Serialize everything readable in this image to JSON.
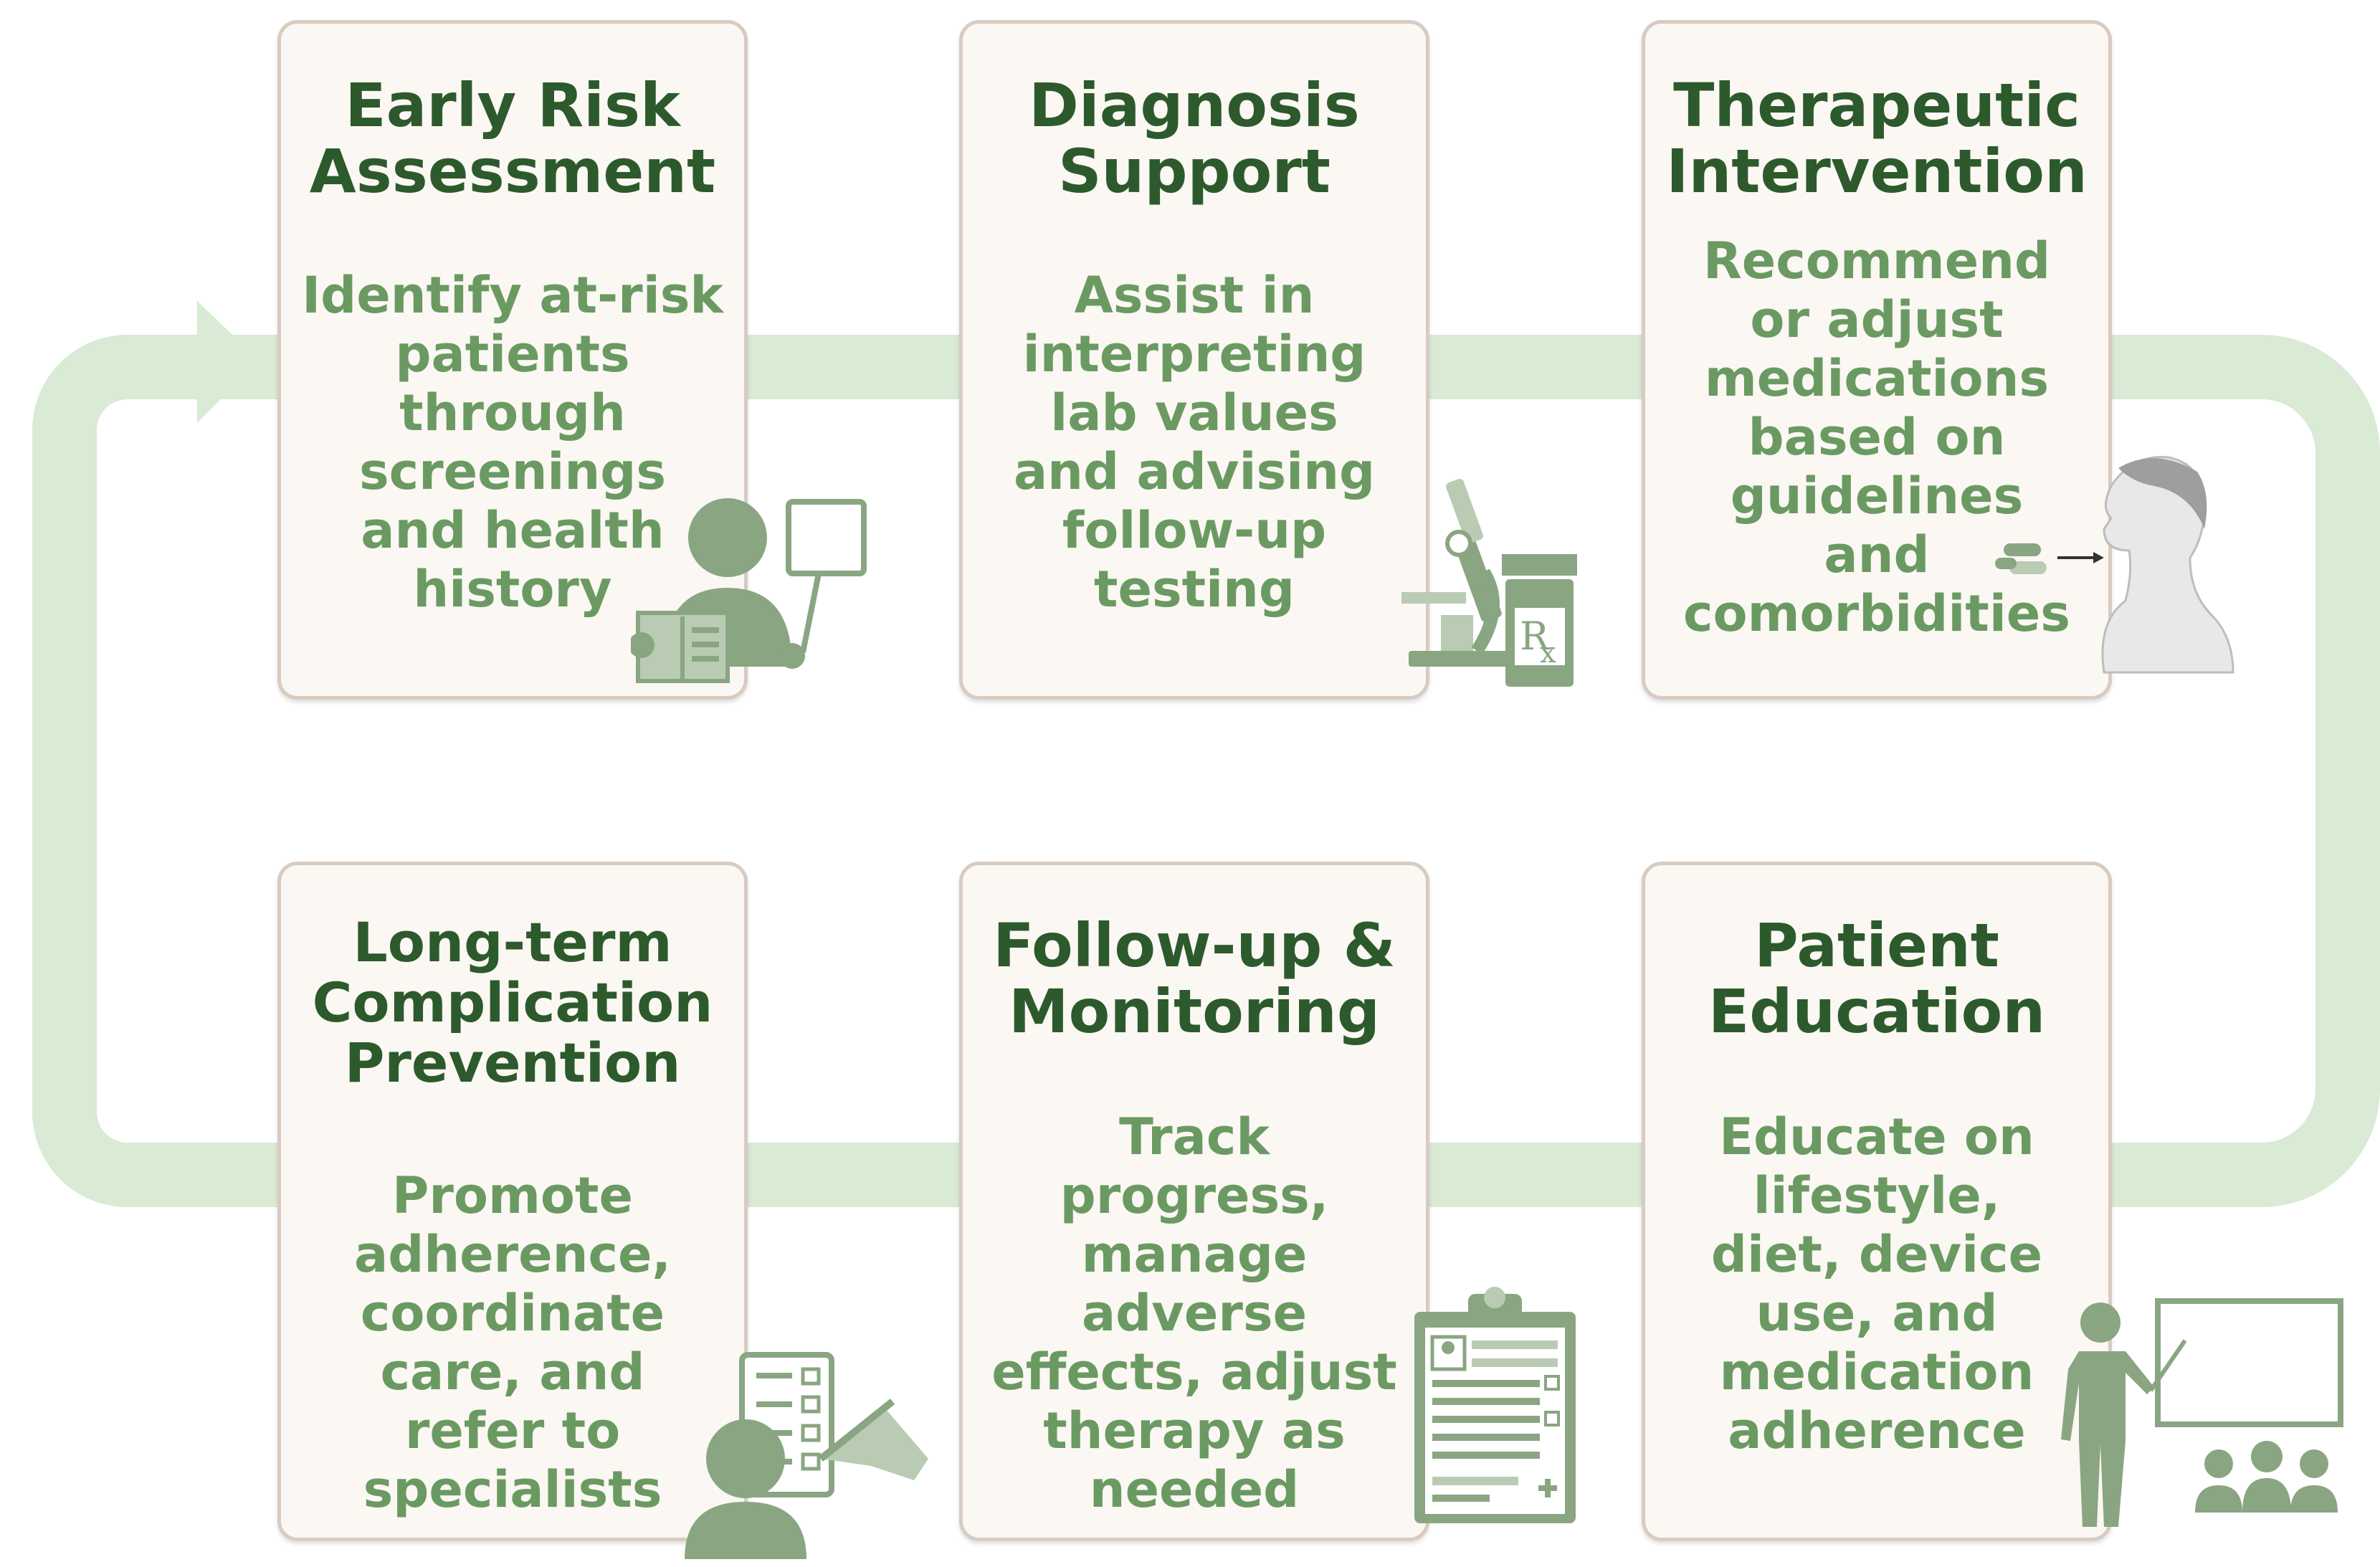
{
  "cards": [
    {
      "title": "Early Risk\nAssessment",
      "description": "Identify at-risk\npatients\nthrough\nscreenings\nand health\nhistory",
      "icon": "clinician-reviewing-document-icon"
    },
    {
      "title": "Diagnosis\nSupport",
      "description": "Assist in\ninterpreting\nlab values\nand advising\nfollow-up\ntesting",
      "icon": "microscope-prescription-bottle-icon"
    },
    {
      "title": "Therapeutic\nIntervention",
      "description": "Recommend\nor adjust\nmedications\nbased on\nguidelines\nand\ncomorbidities",
      "icon": "patient-taking-pills-icon"
    },
    {
      "title": "Long-term\nComplication\nPrevention",
      "description": "Promote\nadherence,\ncoordinate\ncare, and\nrefer to\nspecialists",
      "icon": "person-with-checklist-icon"
    },
    {
      "title": "Follow-up &\nMonitoring",
      "description": "Track\nprogress,\nmanage\nadverse\neffects, adjust\ntherapy as\nneeded",
      "icon": "clipboard-chart-icon"
    },
    {
      "title": "Patient\nEducation",
      "description": "Educate on\nlifestyle,\ndiet, device\nuse, and\nmedication\nadherence",
      "icon": "teacher-whiteboard-audience-icon"
    }
  ],
  "colors": {
    "title": "#2d5a2c",
    "description": "#6a9a62",
    "cycle_band": "#d9ead5",
    "card_fill": "#fbf7f3",
    "card_border": "#d8cbc1",
    "icon_fill": "#8aa582"
  }
}
